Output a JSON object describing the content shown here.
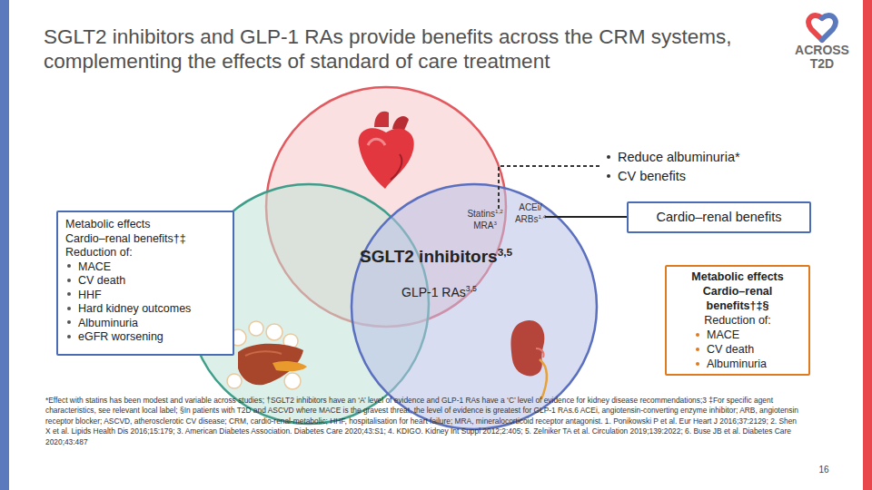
{
  "diagram": {
    "title": "SGLT2 inhibitors and GLP-1 RAs provide benefits across the CRM systems, complementing the effects of standard of care treatment",
    "nodes": [
      {
        "text": [
          "Metabolic effects",
          "Cardio–renal benefits†‡",
          "Reduction of:",
          "MACE",
          "CV death",
          "HHF",
          "Hard kidney outcomes",
          "Albuminuria",
          "eGFR worsening"
        ]
      },
      {
        "text": [
          "Cardio–renal benefits"
        ]
      },
      {
        "text": [
          "Metabolic effects",
          "Cardio–renal benefits†‡§",
          "Reduction of:",
          "MACE",
          "CV death",
          "Albuminuria"
        ]
      }
    ],
    "labels": [
      "ACROSS",
      "T2D",
      "Statins",
      "1,2",
      "MRA",
      "3",
      "ACEi/ ARBs",
      "1,4",
      "SGLT2 inhibitors",
      "3,5",
      "GLP-1 RAs",
      "3,5",
      "Reduce albuminuria*",
      "CV benefits",
      "*Effect with statins has been modest and variable across studies; †SGLT2 inhibitors have an ‘A’ level of evidence and GLP-1 RAs have a ‘C’ level of evidence for kidney disease recommendations;3 ‡For specific agent characteristics, see relevant local label; §In patients with T2D and ASCVD where MACE is the gravest threat, the level of evidence is greatest for GLP-1 RAs.6 ACEi, angiotensin-converting enzyme inhibitor; ARB, angiotensin receptor blocker; ASCVD, atherosclerotic CV disease; CRM, cardio-renal-metabolic; HHF, hospitalisation for heart failure; MRA, mineralocorticoid receptor antagonist. 1. Ponikowski P et al. Eur Heart J 2016;37:2129; 2. Shen X et al. Lipids Health Dis 2016;15:179; 3. American Diabetes Association. Diabetes Care 2020;43:S1; 4. KDIGO. Kidney Int Suppl 2012;2:405; 5. Zelniker TA et al. Circulation 2019;139:2022; 6. Buse JB et al. Diabetes Care 2020;43:487",
      "16"
    ]
  }
}
